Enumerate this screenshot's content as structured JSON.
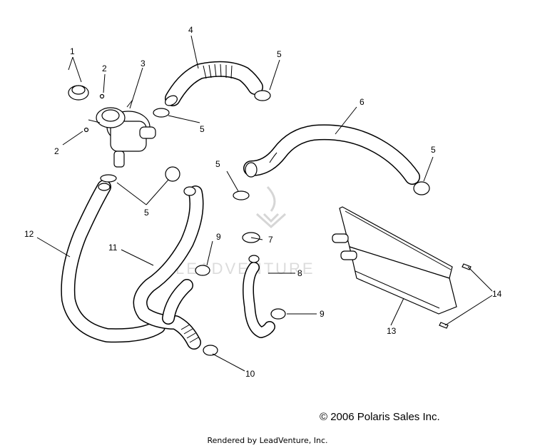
{
  "watermark": {
    "text": "LEADVENTURE"
  },
  "callouts": [
    {
      "id": "c1",
      "label": "1"
    },
    {
      "id": "c2a",
      "label": "2"
    },
    {
      "id": "c2b",
      "label": "2"
    },
    {
      "id": "c3",
      "label": "3"
    },
    {
      "id": "c4",
      "label": "4"
    },
    {
      "id": "c5a",
      "label": "5"
    },
    {
      "id": "c5b",
      "label": "5"
    },
    {
      "id": "c5c",
      "label": "5"
    },
    {
      "id": "c5d",
      "label": "5"
    },
    {
      "id": "c5e",
      "label": "5"
    },
    {
      "id": "c6",
      "label": "6"
    },
    {
      "id": "c7",
      "label": "7"
    },
    {
      "id": "c8",
      "label": "8"
    },
    {
      "id": "c9a",
      "label": "9"
    },
    {
      "id": "c9b",
      "label": "9"
    },
    {
      "id": "c10",
      "label": "10"
    },
    {
      "id": "c11",
      "label": "11"
    },
    {
      "id": "c12",
      "label": "12"
    },
    {
      "id": "c13",
      "label": "13"
    },
    {
      "id": "c14",
      "label": "14"
    }
  ],
  "footer": {
    "copyright": "© 2006 Polaris Sales Inc.",
    "rendered_by": "Rendered by LeadVenture, Inc."
  }
}
